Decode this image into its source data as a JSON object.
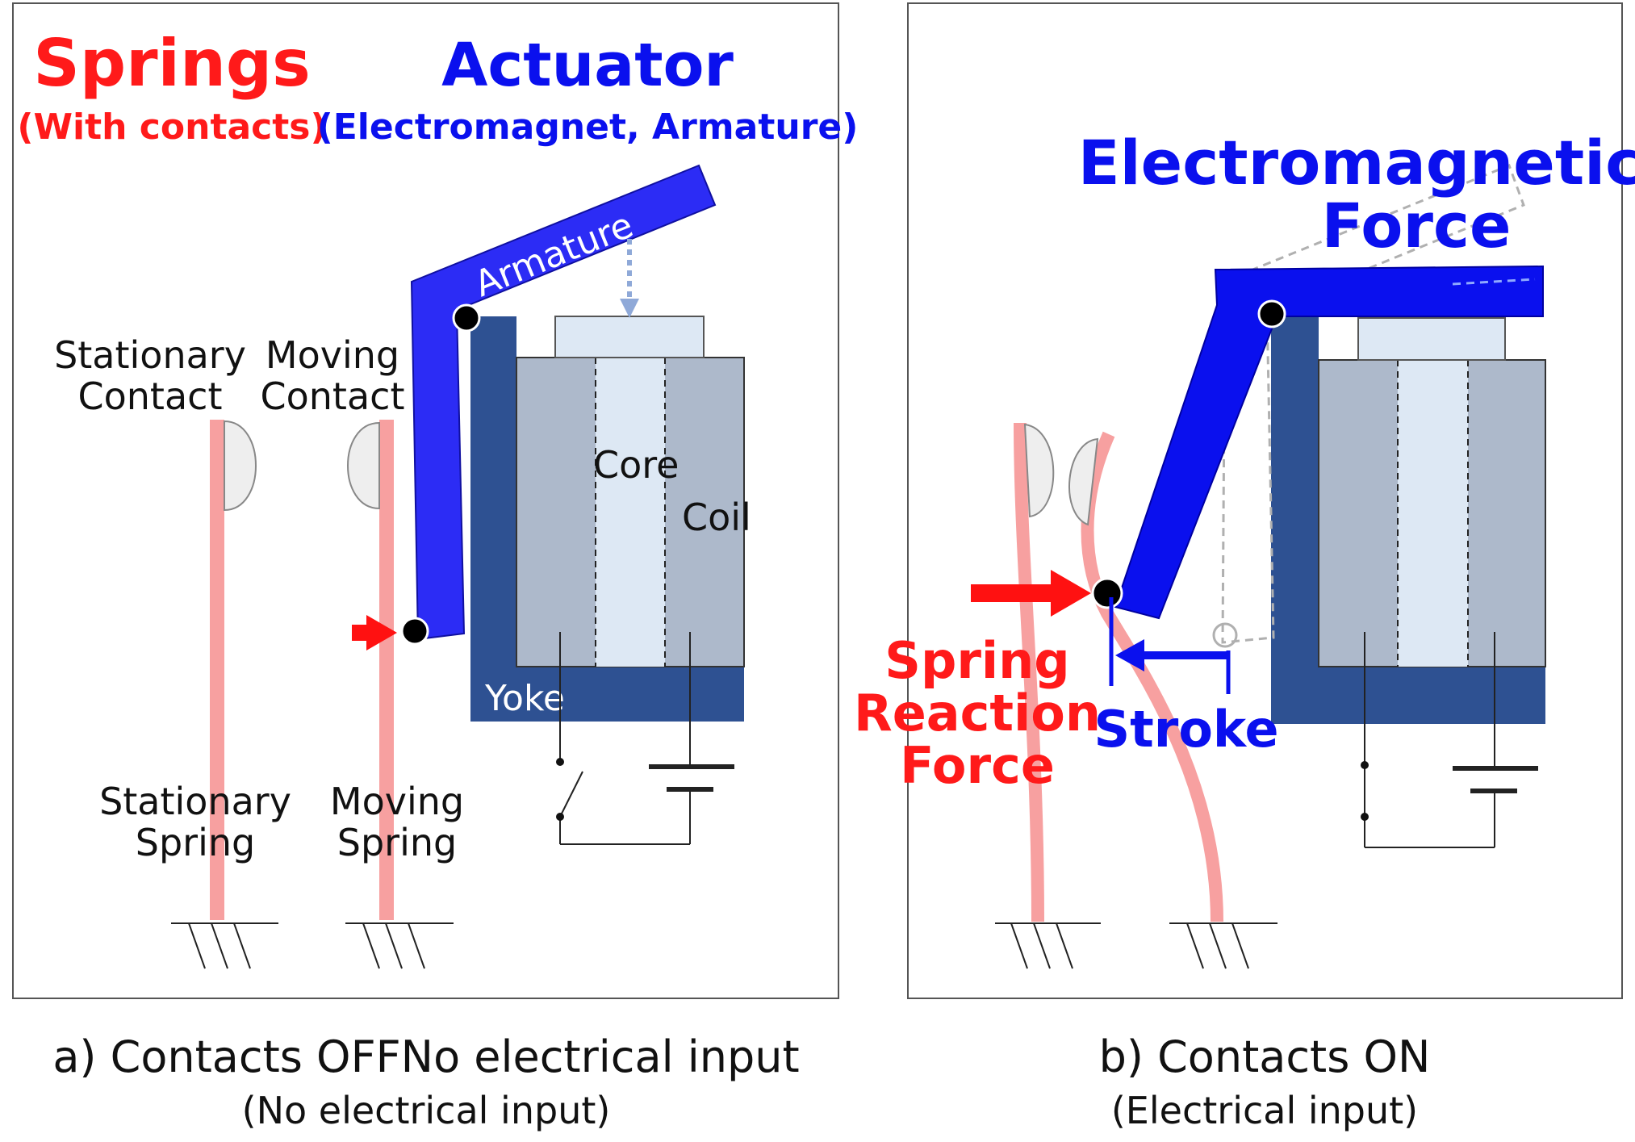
{
  "colors": {
    "spring_pink": "#f7a0a0",
    "armature_blue": "#2c2cf5",
    "yoke_blue": "#2e5192",
    "coil_gray": "#adb9cb",
    "core_light": "#dde8f4",
    "title_red": "#ff1a1a",
    "title_blue": "#0a10ee"
  },
  "panel_a": {
    "title_springs": "Springs",
    "title_springs_sub": "(With contacts)",
    "title_actuator": "Actuator",
    "title_actuator_sub": "(Electromagnet, Armature)",
    "armature": "Armature",
    "stationary_contact": [
      "Stationary",
      "Contact"
    ],
    "moving_contact": [
      "Moving",
      "Contact"
    ],
    "core": "Core",
    "coil": "Coil",
    "yoke": "Yoke",
    "stationary_spring": [
      "Stationary",
      "Spring"
    ],
    "moving_spring": [
      "Moving",
      "Spring"
    ],
    "caption": "a) Contacts OFFNo electrical input",
    "subcaption": "(No electrical input)"
  },
  "panel_b": {
    "electromagnetic_force": [
      "Electromagnetic",
      "Force"
    ],
    "spring_reaction_force": [
      "Spring",
      "Reaction",
      "Force"
    ],
    "stroke": "Stroke",
    "caption": "b) Contacts ON",
    "subcaption": "(Electrical input)"
  }
}
